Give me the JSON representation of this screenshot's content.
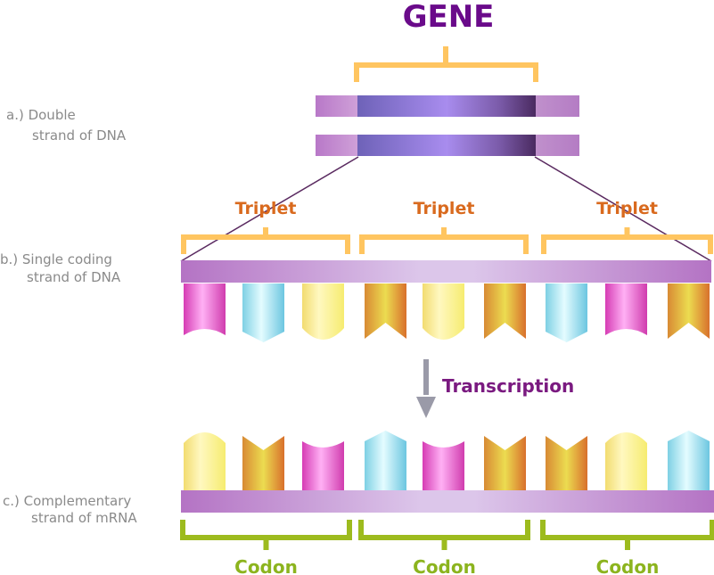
{
  "title": "GENE",
  "labels": {
    "a_line1": "a.) Double",
    "a_line2": "strand of DNA",
    "b_line1": "b.) Single coding",
    "b_line2": "strand of DNA",
    "c_line1": "c.) Complementary",
    "c_line2": "strand of mRNA"
  },
  "triplets": [
    "Triplet",
    "Triplet",
    "Triplet"
  ],
  "codons": [
    "Codon",
    "Codon",
    "Codon"
  ],
  "process_label": "Transcription",
  "dna_bases": [
    "magenta-concave",
    "cyan-pointed",
    "yellow-rounded",
    "orange-notched",
    "yellow-rounded",
    "orange-notched",
    "cyan-pointed",
    "magenta-concave",
    "orange-notched"
  ],
  "mrna_bases": [
    "yellow-rounded",
    "orange-notched",
    "magenta-concave",
    "cyan-pointed",
    "magenta-concave",
    "orange-notched",
    "orange-notched",
    "yellow-rounded",
    "cyan-pointed"
  ],
  "colors": {
    "title": "#6a0a8a",
    "triplet": "#d96a1e",
    "codon": "#8cb41e",
    "transcription": "#7a1a80",
    "gene_bracket": "#ffc560",
    "codon_bracket": "#9dbb1e",
    "label_gray": "#8a8a8a",
    "arrow": "#9a9aa8"
  }
}
